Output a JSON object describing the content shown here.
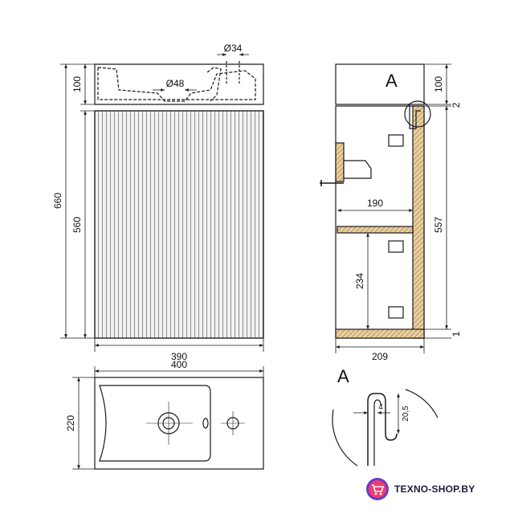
{
  "front_view": {
    "dims": {
      "total_height": "660",
      "cabinet_height": "560",
      "basin_height": "100",
      "tap_hole": "Ø34",
      "drain_hole": "Ø48",
      "cabinet_width": "390"
    }
  },
  "side_view": {
    "detail_label": "A",
    "dims": {
      "basin_height": "100",
      "gap_top": "2",
      "inner_height": "557",
      "shelf_width": "190",
      "shelf_height": "234",
      "gap_bottom": "1",
      "depth": "209"
    }
  },
  "top_view": {
    "dims": {
      "width": "400",
      "depth": "220"
    }
  },
  "detail_view": {
    "label": "A",
    "dims": {
      "lip": "4",
      "height": "20,5"
    }
  },
  "watermark": {
    "text": "TEXNO-SHOP.BY"
  },
  "colors": {
    "line": "#1a1a1a",
    "panel_fill": "#f4f4f4",
    "wood": "#e2c79a"
  }
}
